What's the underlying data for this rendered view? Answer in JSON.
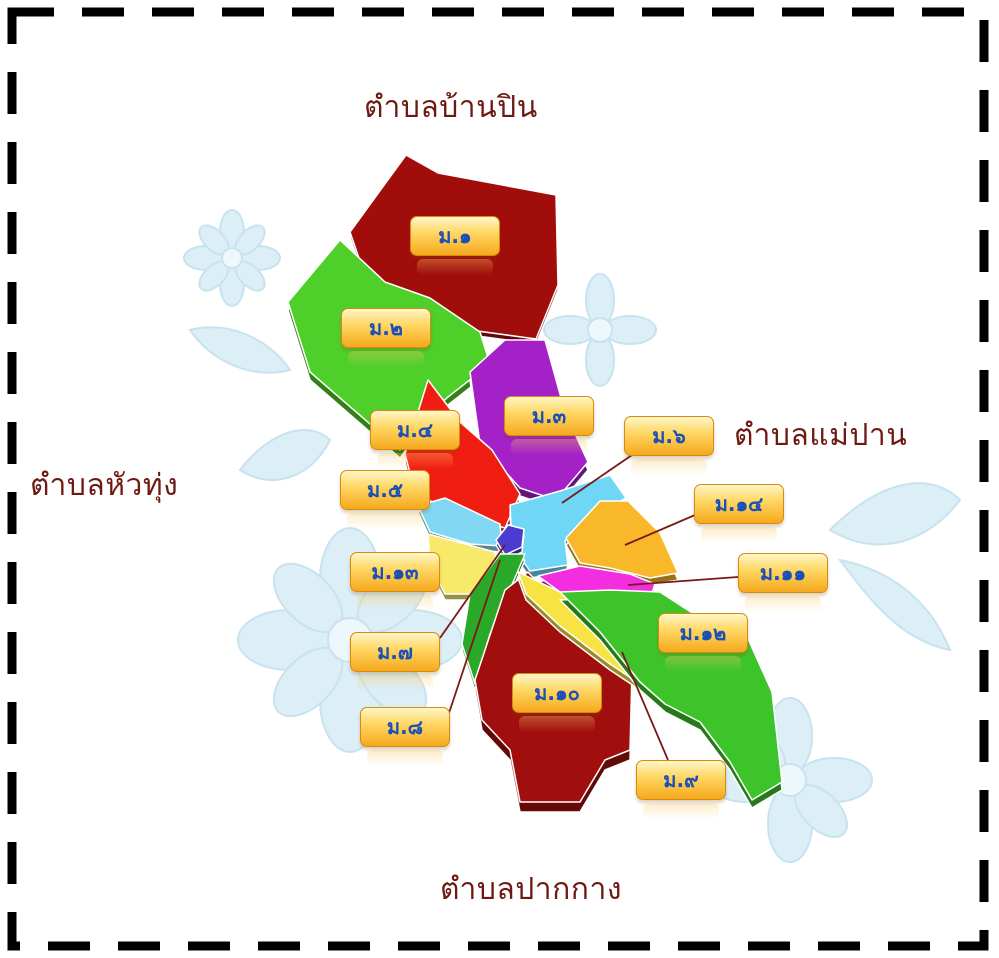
{
  "directions": {
    "north": "ตำบลบ้านปิน",
    "west": "ตำบลหัวทุ่ง",
    "east": "ตำบลแม่ปาน",
    "south": "ตำบลปากกาง"
  },
  "villages": [
    {
      "id": "m1",
      "label": "ม.๑",
      "color": "#a10d0b"
    },
    {
      "id": "m2",
      "label": "ม.๒",
      "color": "#4fcf29"
    },
    {
      "id": "m3",
      "label": "ม.๓",
      "color": "#a421c8"
    },
    {
      "id": "m4",
      "label": "ม.๔",
      "color": "#f01e12"
    },
    {
      "id": "m5",
      "label": "ม.๕",
      "color": "#82d8f2"
    },
    {
      "id": "m6",
      "label": "ม.๖",
      "color": "#6fd6f6"
    },
    {
      "id": "m7",
      "label": "ม.๗",
      "color": "#4a3cd0"
    },
    {
      "id": "m8",
      "label": "ม.๘",
      "color": "#2aa828"
    },
    {
      "id": "m9",
      "label": "ม.๙",
      "color": "#f7e442"
    },
    {
      "id": "m10",
      "label": "ม.๑๐",
      "color": "#a00f0d"
    },
    {
      "id": "m11",
      "label": "ม.๑๑",
      "color": "#f22ee0"
    },
    {
      "id": "m12",
      "label": "ม.๑๒",
      "color": "#3dc42a"
    },
    {
      "id": "m13",
      "label": "ม.๑๓",
      "color": "#f7ea6a"
    },
    {
      "id": "m14",
      "label": "ม.๑๔",
      "color": "#f9b72a"
    }
  ],
  "colors": {
    "frame": "#000000",
    "direction_text": "#6e1a12",
    "badge_text": "#1a4fb8",
    "leader_line": "#7a1a14",
    "flower": "#d7ecf4"
  }
}
